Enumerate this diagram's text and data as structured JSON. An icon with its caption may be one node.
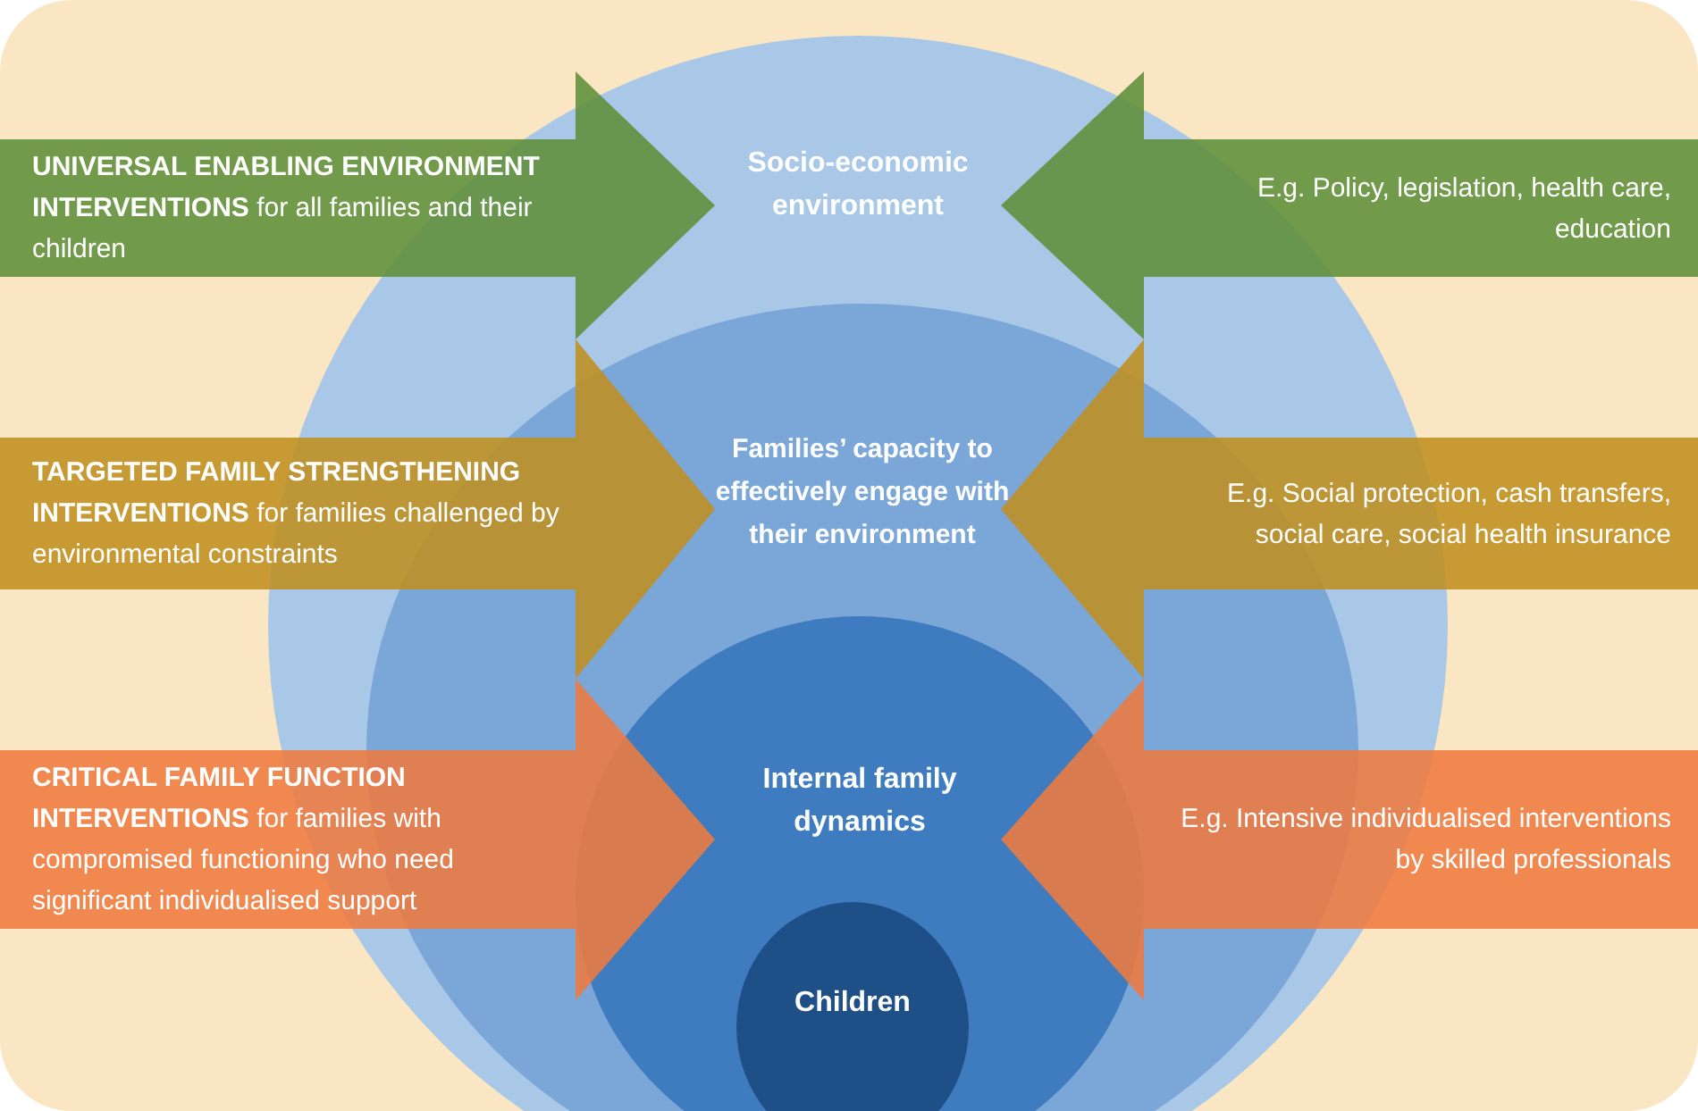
{
  "diagram": {
    "nodes": [
      {
        "text": [
          "Socio-economic environment"
        ]
      },
      {
        "text": [
          "Families’ capacity to effectively engage with their environment"
        ],
        "in": 0
      },
      {
        "text": [
          "Internal family dynamics"
        ],
        "in": 1
      },
      {
        "text": [
          "Children"
        ],
        "in": 2
      },
      {
        "text": [
          "**UNIVERSAL ENABLING ENVIRONMENT INTERVENTIONS** for all families and their children"
        ]
      },
      {
        "text": [
          "E.g. Policy, legislation, health care, education"
        ]
      },
      {
        "text": [
          "**TARGETED FAMILY STRENGTHENING INTERVENTIONS** for families challenged by environmental constraints"
        ]
      },
      {
        "text": [
          "E.g. Social protection, cash transfers, social care, social health insurance"
        ]
      },
      {
        "text": [
          "**CRITICAL FAMILY FUNCTION INTERVENTIONS** for families with compromised functioning who need significant individualised support"
        ]
      },
      {
        "text": [
          "E.g. Intensive individualised interventions by skilled professionals"
        ]
      }
    ]
  }
}
